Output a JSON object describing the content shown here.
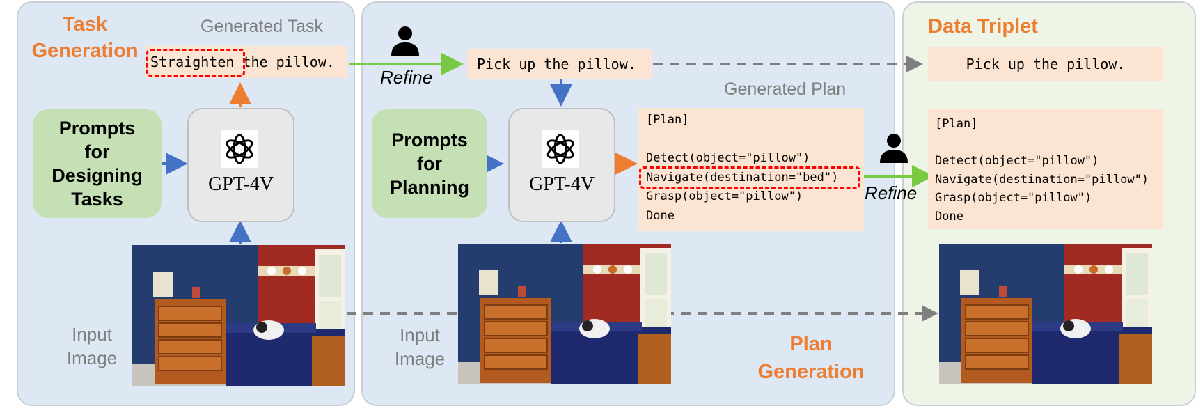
{
  "colors": {
    "panel_blue": "#dde8f4",
    "panel_green": "#eef4e6",
    "title_orange": "#ed7d31",
    "arrow_blue": "#4472c4",
    "arrow_orange": "#ed7d31",
    "arrow_green": "#7ac943",
    "dash_gray": "#7f7f7f",
    "code_bg": "#fbe5d2",
    "prompt_bg": "#c5e0b4",
    "highlight_red": "#ff0000"
  },
  "task_panel": {
    "title_line1": "Task",
    "title_line2": "Generation",
    "generated_label": "Generated Task",
    "generated_task_highlight": "Straighten",
    "generated_task_rest": " the pillow.",
    "prompt_label_lines": [
      "Prompts",
      "for",
      "Designing",
      "Tasks"
    ],
    "model_label": "GPT-4V",
    "input_label_line1": "Input",
    "input_label_line2": "Image"
  },
  "plan_panel": {
    "refine_label": "Refine",
    "refined_task": "Pick up the pillow.",
    "generated_label": "Generated Plan",
    "prompt_label_lines": [
      "Prompts",
      "for",
      "Planning"
    ],
    "model_label": "GPT-4V",
    "plan_lines": [
      "[Plan]",
      "",
      "Detect(object=\"pillow\")",
      "Navigate(destination=\"bed\")",
      "Grasp(object=\"pillow\")",
      "Done"
    ],
    "input_label_line1": "Input",
    "input_label_line2": "Image",
    "title_line1": "Plan",
    "title_line2": "Generation",
    "refine_plan_label": "Refine"
  },
  "triplet_panel": {
    "title": "Data Triplet",
    "task": "Pick up the pillow.",
    "plan_lines": [
      "[Plan]",
      "",
      "Detect(object=\"pillow\")",
      "Navigate(destination=\"pillow\")",
      "Grasp(object=\"pillow\")",
      "Done"
    ]
  },
  "icons": {
    "person": "person-icon",
    "model": "openai-logo-icon"
  }
}
